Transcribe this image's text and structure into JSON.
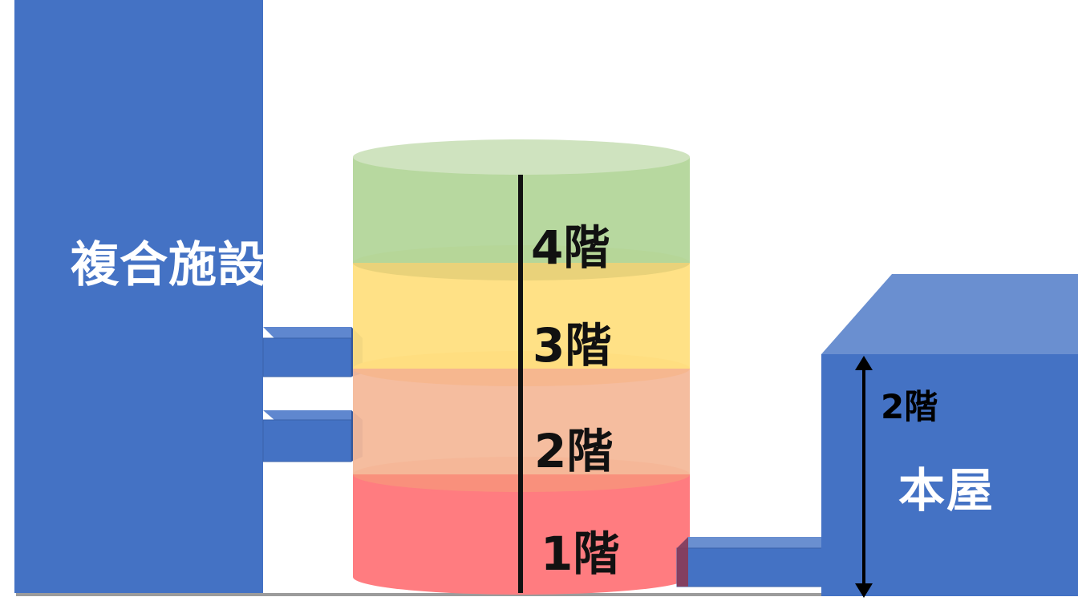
{
  "diagram": {
    "complex_label": "複合施設",
    "main_house_label": "本屋",
    "main_house_floors": "2階",
    "floors": [
      "4階",
      "3階",
      "2階",
      "1階"
    ]
  },
  "colors": {
    "building_blue": "#4472c4",
    "building_top": "#6a8fd0",
    "floor_4": "#a9d18e",
    "floor_3": "#ffd966",
    "floor_2": "#f4b183",
    "floor_1": "#ff7c80"
  }
}
